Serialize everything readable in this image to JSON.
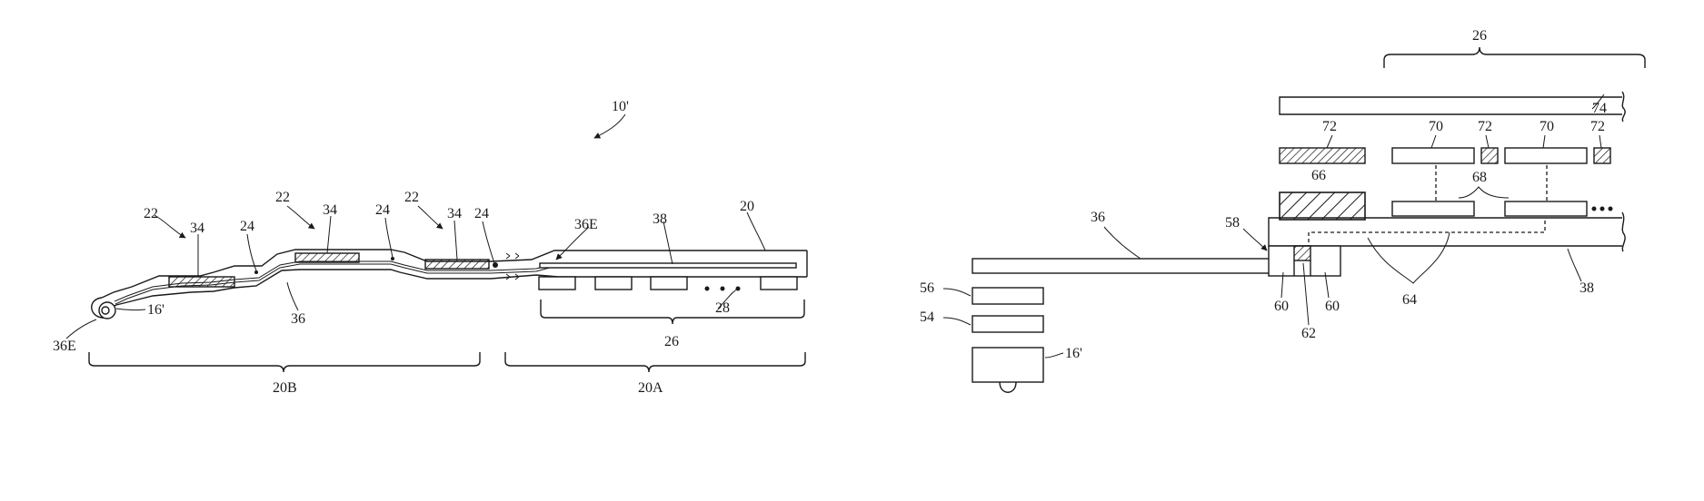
{
  "figure": {
    "ref_device": "10'",
    "left_view": {
      "labels": {
        "r22a": "22",
        "r22b": "22",
        "r22c": "22",
        "r34a": "34",
        "r34b": "34",
        "r34c": "34",
        "r24a": "24",
        "r24b": "24",
        "r24c": "24",
        "r36e_top": "36E",
        "r36e_left": "36E",
        "r38": "38",
        "r20": "20",
        "r16p": "16'",
        "r36": "36",
        "r28": "28",
        "r26": "26",
        "r20b": "20B",
        "r20a": "20A"
      }
    },
    "right_view": {
      "labels": {
        "r26": "26",
        "r74": "74",
        "r72a": "72",
        "r72b": "72",
        "r72c": "72",
        "r70a": "70",
        "r70b": "70",
        "r68": "68",
        "r66": "66",
        "r36": "36",
        "r58": "58",
        "r38": "38",
        "r56": "56",
        "r54": "54",
        "r16p": "16'",
        "r60a": "60",
        "r60b": "60",
        "r62": "62",
        "r64": "64"
      }
    }
  }
}
